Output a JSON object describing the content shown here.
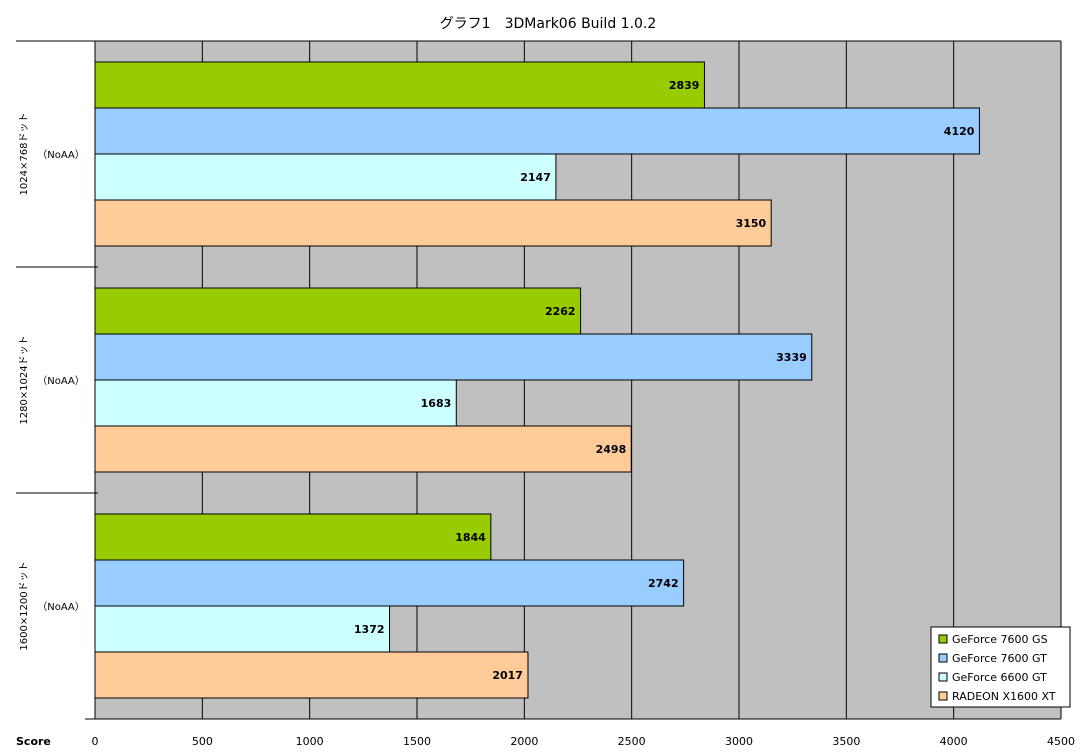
{
  "chart_data": {
    "type": "bar",
    "orientation": "horizontal",
    "title": "グラフ1　3DMark06 Build 1.0.2",
    "xlabel": "Score",
    "xlim": [
      0,
      4500
    ],
    "xticks": [
      0,
      500,
      1000,
      1500,
      2000,
      2500,
      3000,
      3500,
      4000,
      4500
    ],
    "grid": true,
    "legend_position": "bottom-right",
    "categories": [
      {
        "name": "1024×768ドット",
        "sub": "（NoAA）"
      },
      {
        "name": "1280×1024ドット",
        "sub": "（NoAA）"
      },
      {
        "name": "1600×1200ドット",
        "sub": "（NoAA）"
      }
    ],
    "series": [
      {
        "name": "GeForce 7600 GS",
        "color": "#99cc00",
        "values": [
          2839,
          2262,
          1844
        ]
      },
      {
        "name": "GeForce 7600 GT",
        "color": "#99ccff",
        "values": [
          4120,
          3339,
          2742
        ]
      },
      {
        "name": "GeForce 6600 GT",
        "color": "#ccffff",
        "values": [
          2147,
          1683,
          1372
        ]
      },
      {
        "name": "RADEON X1600 XT",
        "color": "#ffcc99",
        "values": [
          3150,
          2498,
          2017
        ]
      }
    ],
    "colors": {
      "plot_background": "#c0c0c0",
      "gridline": "#000000"
    }
  }
}
